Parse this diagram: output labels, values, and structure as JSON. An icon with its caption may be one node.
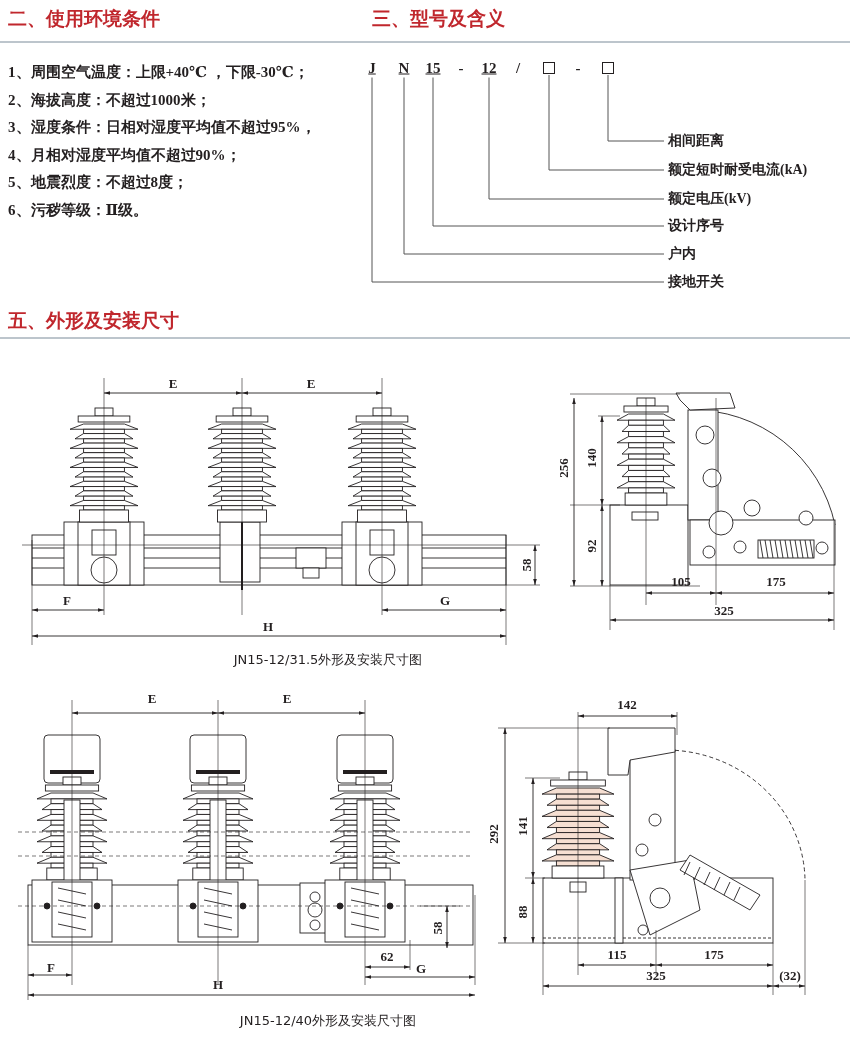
{
  "diagram": {
    "nodes": [
      {
        "text": [
          "J"
        ]
      },
      {
        "text": [
          "N"
        ]
      },
      {
        "text": [
          "15"
        ]
      },
      {
        "text": [
          "12"
        ]
      },
      {
        "text": [],
        "shape": "box"
      },
      {
        "text": [],
        "shape": "box"
      },
      {
        "text": [
          "相间距离"
        ]
      },
      {
        "text": [
          "额定短时耐受电流(kA)"
        ]
      },
      {
        "text": [
          "额定电压(kV)"
        ]
      },
      {
        "text": [
          "设计序号"
        ]
      },
      {
        "text": [
          "户内"
        ]
      },
      {
        "text": [
          "接地开关"
        ]
      }
    ],
    "edges": [
      {
        "from": 5,
        "to": 6,
        "arrow": "none"
      },
      {
        "from": 4,
        "to": 7,
        "arrow": "none"
      },
      {
        "from": 3,
        "to": 8,
        "arrow": "none"
      },
      {
        "from": 2,
        "to": 9,
        "arrow": "none"
      },
      {
        "from": 1,
        "to": 10,
        "arrow": "none"
      },
      {
        "from": 0,
        "to": 11,
        "arrow": "none"
      }
    ],
    "labels": [
      "二、使用环境条件",
      "三、型号及含义",
      "1、周围空气温度：上限+40℃ ，下限-30℃；",
      "2、海拔高度：不超过1000米；",
      "3、湿度条件：日相对湿度平均值不超过95%，",
      "4、月相对湿度平均值不超过90%；",
      "5、地震烈度：不超过8度；",
      "6、污秽等级：Ⅱ级。",
      "-",
      "/",
      "-",
      "五、外形及安装尺寸",
      "E",
      "E",
      "58",
      "F",
      "G",
      "H",
      "JN15-12/31.5外形及安装尺寸图",
      "256",
      "140",
      "92",
      "105",
      "175",
      "325",
      "E",
      "E",
      "142",
      "292",
      "141",
      "58",
      "88",
      "62",
      "F",
      "G",
      "115",
      "175",
      "H",
      "325",
      "(32)",
      "JN15-12/40外形及安装尺寸图"
    ]
  }
}
